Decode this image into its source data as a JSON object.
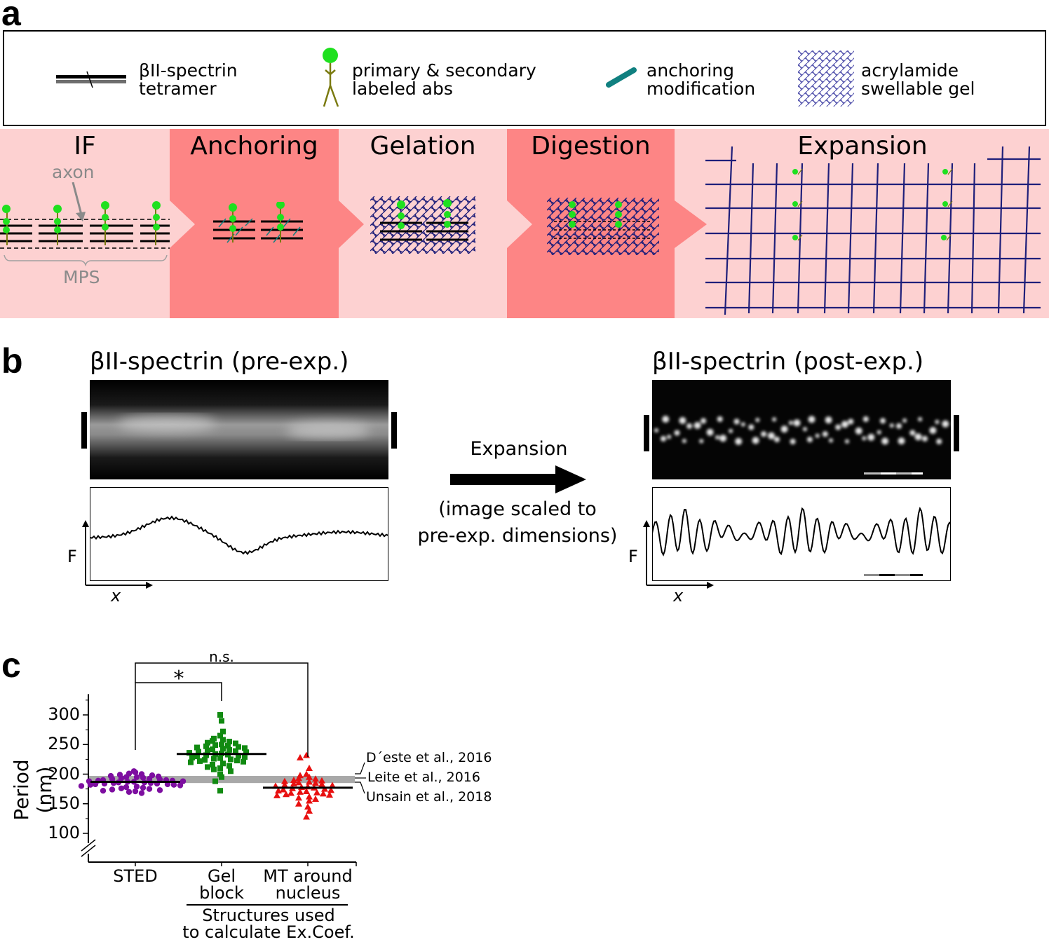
{
  "panels": {
    "a": "a",
    "b": "b",
    "c": "c"
  },
  "legend": [
    {
      "icon": "spectrin-tetramer-icon",
      "text": "βII-spectrin\ntetramer"
    },
    {
      "icon": "antibody-icon",
      "text": "primary & secondary\nlabeled abs"
    },
    {
      "icon": "anchoring-modification-icon",
      "text": "anchoring\nmodification"
    },
    {
      "icon": "gel-mesh-icon",
      "text": "acrylamide\nswellable gel"
    }
  ],
  "steps": [
    "IF",
    "Anchoring",
    "Gelation",
    "Digestion",
    "Expansion"
  ],
  "if_labels": {
    "axon": "axon",
    "mps": "MPS"
  },
  "colors": {
    "light_pink": "#fdd1d1",
    "dark_pink": "#fd8585",
    "gel_blue": "#1f1f7a",
    "label_green": "#1fe01f",
    "antibody_olive": "#7a7a10",
    "anchor_teal": "#108080",
    "sted_purple": "#7d0ea0",
    "gel_green": "#118a11",
    "mt_red": "#e81010",
    "ref_gray": "#a8a8a8"
  },
  "panel_b": {
    "pre_title": "βII-spectrin (pre-exp.)",
    "post_title": "βII-spectrin (post-exp.)",
    "arrow_label": "Expansion",
    "arrow_caption": "(image scaled to\npre-exp. dimensions)",
    "y_axis": "F",
    "x_axis": "x"
  },
  "chart_data": {
    "type": "scatter",
    "ylabel": "Period (nm)",
    "ylim": [
      100,
      330
    ],
    "yticks": [
      100,
      150,
      200,
      250,
      300
    ],
    "categories": [
      "STED",
      "Gel\nblock",
      "MT around\nnucleus"
    ],
    "group_label": "Structures used\nto calculate Ex.Coef.",
    "series": [
      {
        "category": "STED",
        "marker": "circle",
        "mean": 187,
        "values": [
          205,
          203,
          201,
          200,
          199,
          198,
          197,
          196,
          195,
          195,
          194,
          193,
          192,
          192,
          191,
          190,
          190,
          189,
          189,
          188,
          188,
          187,
          187,
          186,
          186,
          185,
          185,
          184,
          184,
          183,
          183,
          182,
          182,
          181,
          180,
          179,
          178,
          177,
          176,
          175,
          174,
          173,
          172,
          171,
          170,
          168
        ]
      },
      {
        "category": "Gel block",
        "marker": "square",
        "mean": 234,
        "values": [
          300,
          290,
          272,
          265,
          260,
          258,
          256,
          255,
          253,
          252,
          250,
          249,
          248,
          247,
          246,
          245,
          244,
          243,
          242,
          241,
          240,
          239,
          238,
          237,
          236,
          235,
          234,
          233,
          232,
          231,
          230,
          229,
          228,
          227,
          226,
          225,
          224,
          223,
          222,
          221,
          220,
          218,
          216,
          214,
          212,
          210,
          208,
          205,
          200,
          195,
          188,
          172
        ]
      },
      {
        "category": "MT around nucleus",
        "marker": "triangle",
        "mean": 177,
        "values": [
          232,
          228,
          210,
          200,
          198,
          195,
          193,
          192,
          190,
          189,
          188,
          187,
          186,
          185,
          184,
          183,
          182,
          181,
          180,
          179,
          178,
          177,
          176,
          175,
          174,
          173,
          172,
          171,
          170,
          169,
          168,
          167,
          166,
          165,
          164,
          162,
          160,
          158,
          155,
          150,
          145,
          138,
          128
        ]
      }
    ],
    "reference_band": {
      "low": 185,
      "high": 197
    },
    "references": [
      "D´este et al., 2016",
      "Leite et al., 2016",
      "Unsain et al., 2018"
    ],
    "significance": [
      {
        "between": [
          "STED",
          "Gel block"
        ],
        "label": "*"
      },
      {
        "between": [
          "STED",
          "MT around nucleus"
        ],
        "label": "n.s."
      }
    ]
  }
}
